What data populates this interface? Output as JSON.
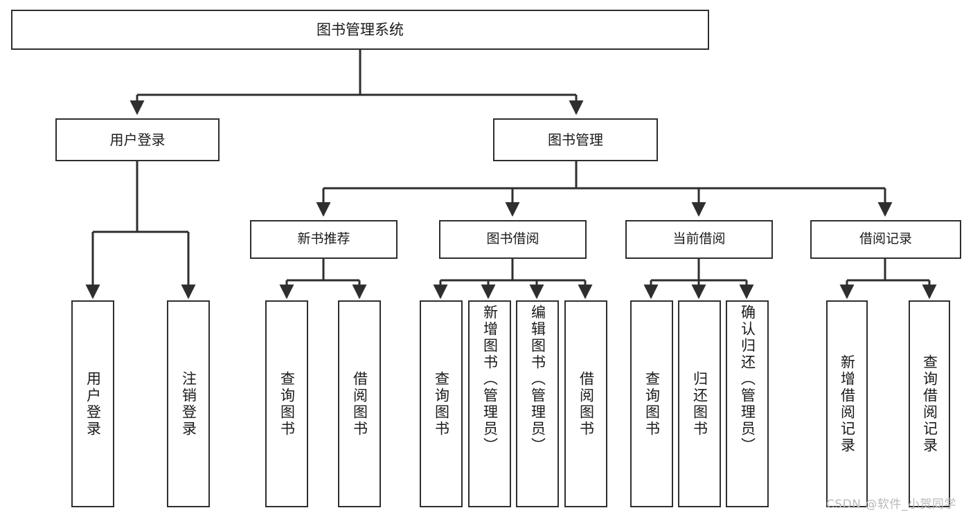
{
  "diagram": {
    "type": "tree-hierarchy-chart",
    "title": "图书管理系统",
    "colors": {
      "background": "#ffffff",
      "border": "#2e2e2e",
      "connector": "#2e2e2e",
      "text": "#1a1a1a",
      "watermark": "#b9b9b9"
    },
    "root": {
      "label": "图书管理系统"
    },
    "level1": [
      {
        "label": "用户登录"
      },
      {
        "label": "图书管理"
      }
    ],
    "level2": [
      {
        "label": "新书推荐"
      },
      {
        "label": "图书借阅"
      },
      {
        "label": "当前借阅"
      },
      {
        "label": "借阅记录"
      }
    ],
    "leaves": {
      "user_login": [
        {
          "label": "用户登录"
        },
        {
          "label": "注销登录"
        }
      ],
      "new_book_recommend": [
        {
          "label": "查询图书"
        },
        {
          "label": "借阅图书"
        }
      ],
      "book_borrow": [
        {
          "label": "查询图书"
        },
        {
          "label": "新增图书（管理员）"
        },
        {
          "label": "编辑图书（管理员）"
        },
        {
          "label": "借阅图书"
        }
      ],
      "current_borrow": [
        {
          "label": "查询图书"
        },
        {
          "label": "归还图书"
        },
        {
          "label": "确认归还（管理员）"
        }
      ],
      "borrow_record": [
        {
          "label": "新增借阅记录"
        },
        {
          "label": "查询借阅记录"
        }
      ]
    },
    "watermark": "CSDN @软件_小贺同学"
  }
}
